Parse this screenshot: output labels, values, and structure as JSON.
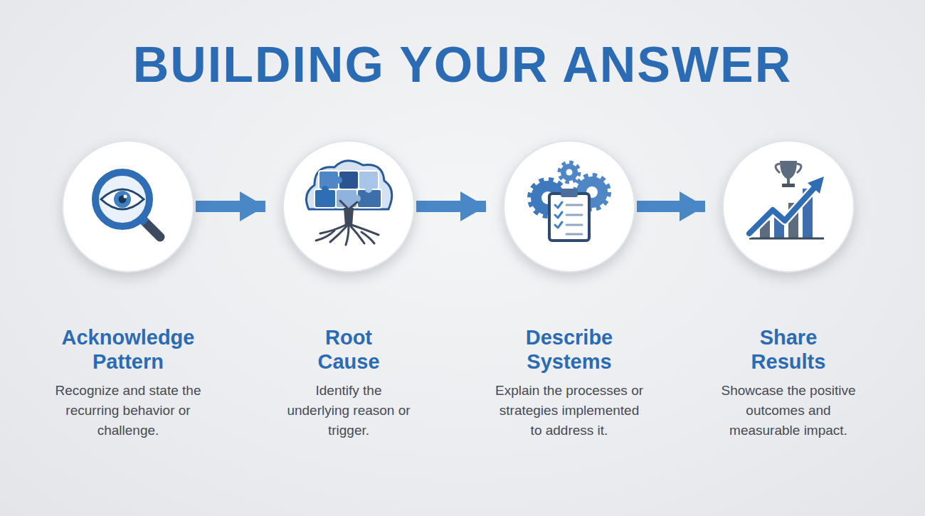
{
  "diagram": {
    "title": "BUILDING YOUR ANSWER",
    "nodes": [
      {
        "text": [
          "Acknowledge Pattern",
          "Recognize and state the recurring behavior or challenge."
        ]
      },
      {
        "text": [
          "Root Cause",
          "Identify the underlying reason or trigger."
        ]
      },
      {
        "text": [
          "Describe Systems",
          "Explain the processes or strategies implemented to address it."
        ]
      },
      {
        "text": [
          "Share Results",
          "Showcase the positive outcomes and measurable impact."
        ]
      }
    ],
    "edges": [
      {
        "from": 0,
        "to": 1,
        "arrow": "to"
      },
      {
        "from": 1,
        "to": 2,
        "arrow": "to"
      },
      {
        "from": 2,
        "to": 3,
        "arrow": "to"
      }
    ]
  }
}
